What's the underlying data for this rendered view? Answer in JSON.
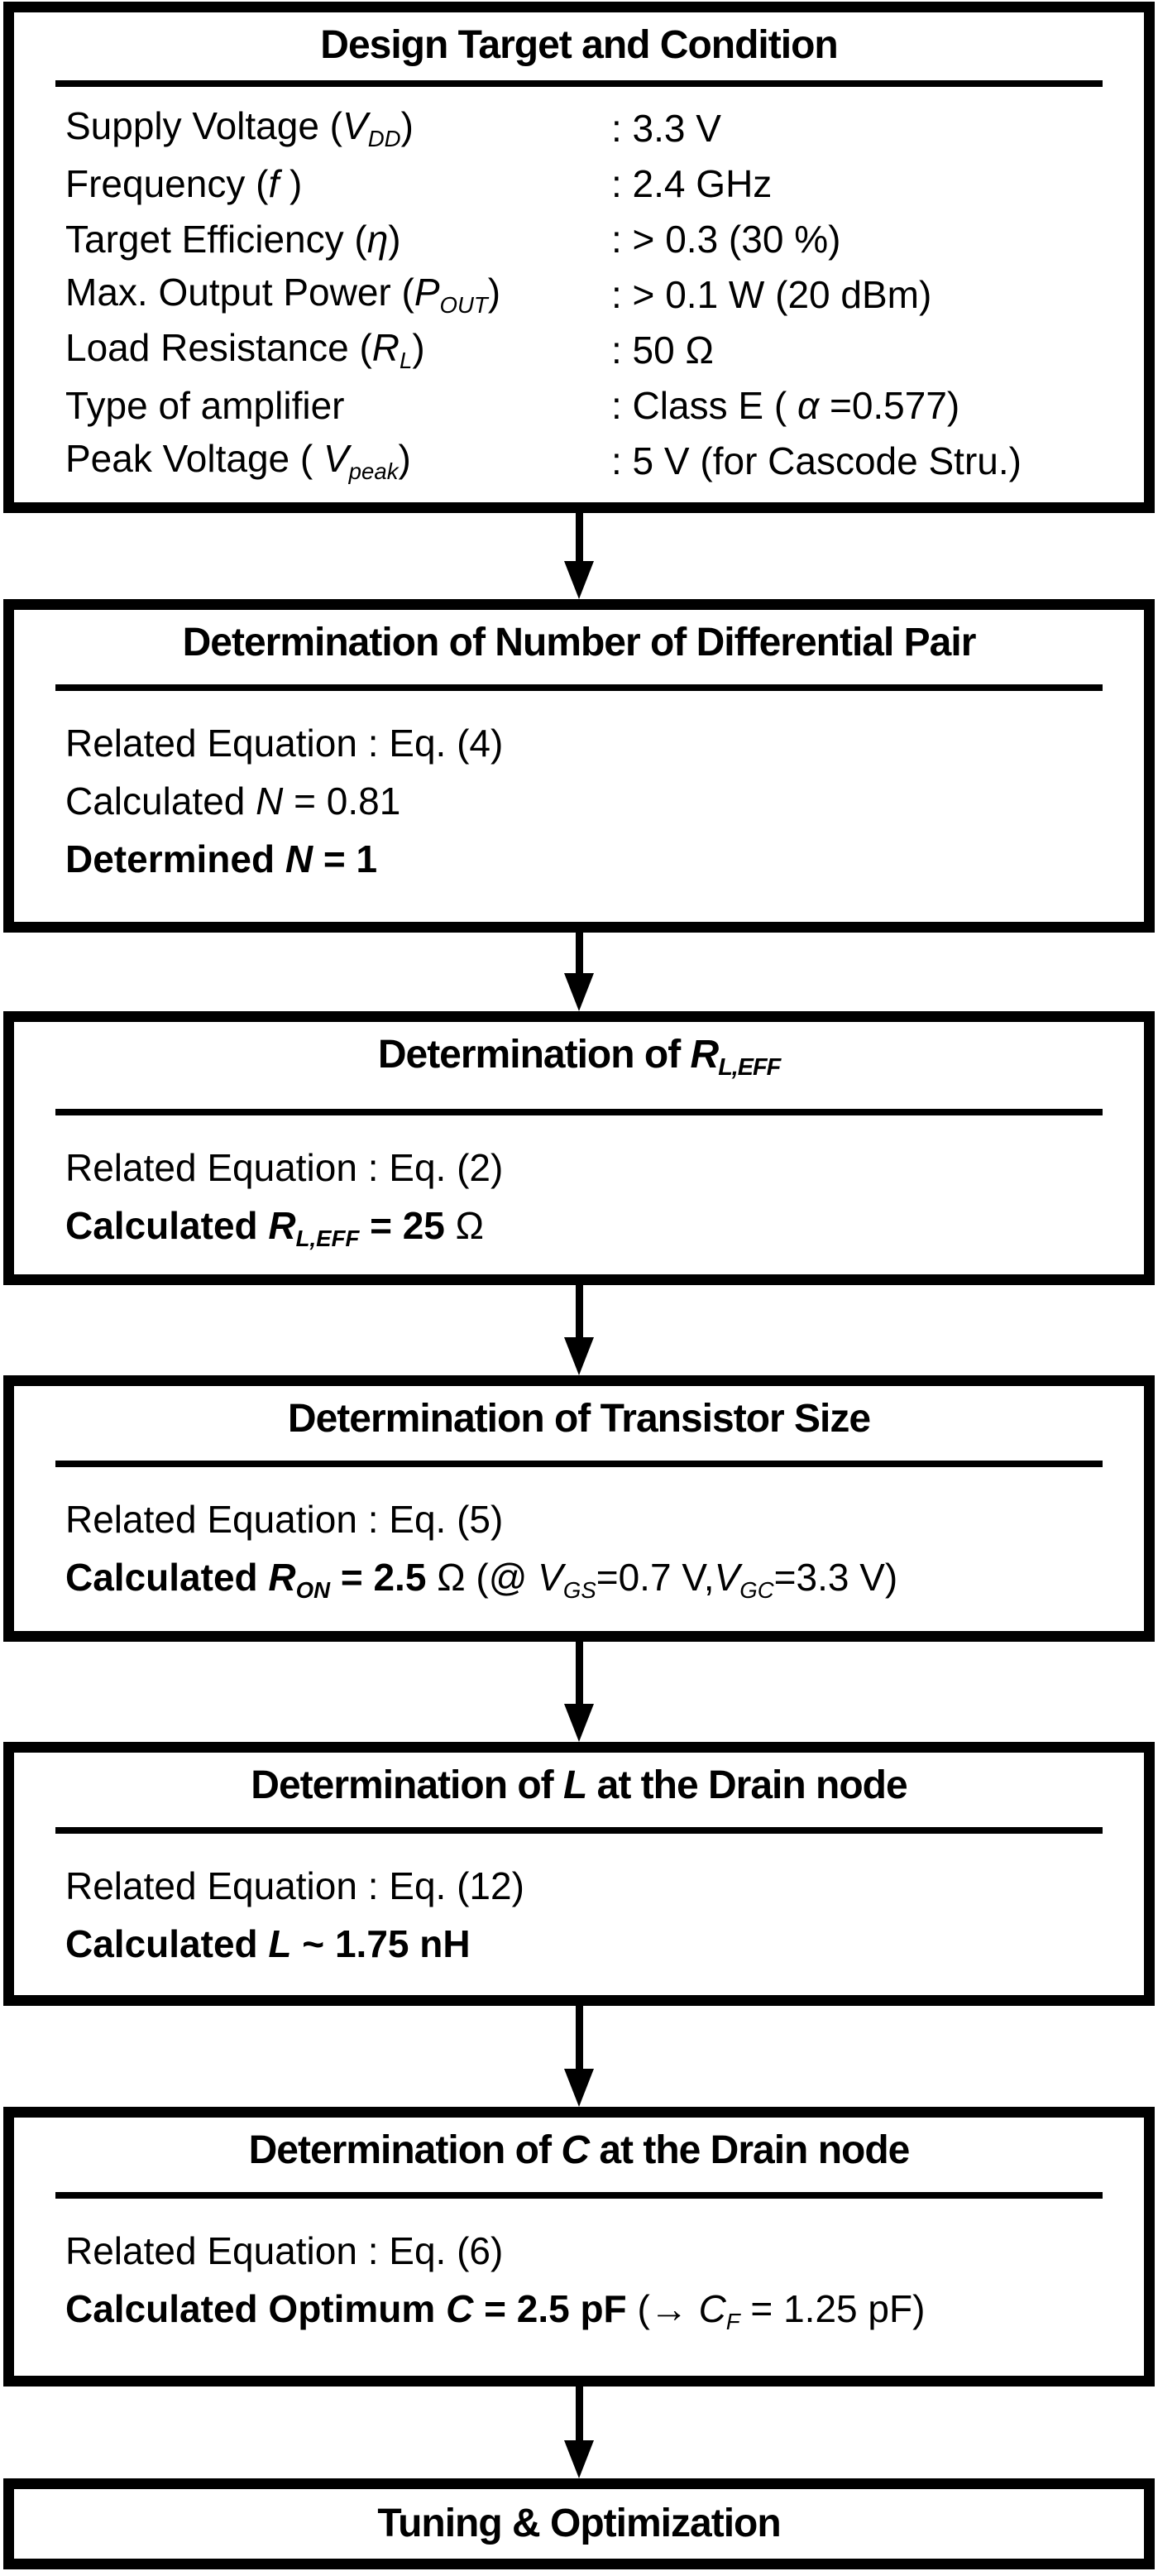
{
  "figure": {
    "colors": {
      "ink": "#000000",
      "background": "#ffffff"
    }
  },
  "boxes": [
    {
      "title": [
        {
          "t": "Design Target and Condition"
        }
      ],
      "rows": [
        {
          "label": [
            {
              "t": "Supply Voltage ("
            },
            {
              "t": "V",
              "c": "i"
            },
            {
              "t": "DD",
              "c": "i sub"
            },
            {
              "t": ")"
            }
          ],
          "value": [
            {
              "t": ": 3.3 V"
            }
          ]
        },
        {
          "label": [
            {
              "t": "Frequency ("
            },
            {
              "t": "f",
              "c": "i"
            },
            {
              "t": " )"
            }
          ],
          "value": [
            {
              "t": ": 2.4 GHz"
            }
          ]
        },
        {
          "label": [
            {
              "t": "Target Efficiency ("
            },
            {
              "t": "η",
              "c": "i"
            },
            {
              "t": ")"
            }
          ],
          "value": [
            {
              "t": ": > 0.3 (30 %)"
            }
          ]
        },
        {
          "label": [
            {
              "t": "Max. Output Power ("
            },
            {
              "t": "P",
              "c": "i"
            },
            {
              "t": "OUT",
              "c": "i sub"
            },
            {
              "t": ")"
            }
          ],
          "value": [
            {
              "t": ": > 0.1 W (20 dBm)"
            }
          ]
        },
        {
          "label": [
            {
              "t": "Load Resistance ("
            },
            {
              "t": "R",
              "c": "i"
            },
            {
              "t": "L",
              "c": "i sub"
            },
            {
              "t": ")"
            }
          ],
          "value": [
            {
              "t": ": 50 Ω"
            }
          ]
        },
        {
          "label": [
            {
              "t": "Type of amplifier"
            }
          ],
          "value": [
            {
              "t": ": Class E ( "
            },
            {
              "t": "α",
              "c": "i"
            },
            {
              "t": " =0.577)"
            }
          ]
        },
        {
          "label": [
            {
              "t": "Peak Voltage ( "
            },
            {
              "t": "V",
              "c": "i"
            },
            {
              "t": "peak",
              "c": "i sub"
            },
            {
              "t": ")"
            }
          ],
          "value": [
            {
              "t": ": 5 V (for Cascode Stru.)"
            }
          ]
        }
      ]
    },
    {
      "title": [
        {
          "t": "Determination of Number of Differential Pair"
        }
      ],
      "lines": [
        [
          {
            "t": "Related Equation : Eq. (4)"
          }
        ],
        [
          {
            "t": "Calculated "
          },
          {
            "t": "N",
            "c": "i"
          },
          {
            "t": " = 0.81"
          }
        ],
        [
          {
            "t": "Determined ",
            "c": "b"
          },
          {
            "t": "N",
            "c": "bi"
          },
          {
            "t": " = 1",
            "c": "b"
          }
        ]
      ]
    },
    {
      "title": [
        {
          "t": "Determination of "
        },
        {
          "t": "R",
          "c": "i"
        },
        {
          "t": "L,EFF",
          "c": "i sub"
        }
      ],
      "lines": [
        [
          {
            "t": "Related Equation : Eq. (2)"
          }
        ],
        [
          {
            "t": "Calculated ",
            "c": "b"
          },
          {
            "t": "R",
            "c": "bi"
          },
          {
            "t": "L,EFF",
            "c": "bi sub"
          },
          {
            "t": " = 25 ",
            "c": "b"
          },
          {
            "t": "Ω"
          }
        ]
      ]
    },
    {
      "title": [
        {
          "t": "Determination of Transistor Size"
        }
      ],
      "lines": [
        [
          {
            "t": "Related Equation : Eq. (5)"
          }
        ],
        [
          {
            "t": "Calculated ",
            "c": "b"
          },
          {
            "t": "R",
            "c": "bi"
          },
          {
            "t": "ON",
            "c": "bi sub"
          },
          {
            "t": " = 2.5 ",
            "c": "b"
          },
          {
            "t": "Ω (@ "
          },
          {
            "t": "V",
            "c": "i"
          },
          {
            "t": "GS",
            "c": "i sub"
          },
          {
            "t": "=0.7 V,"
          },
          {
            "t": "V",
            "c": "i"
          },
          {
            "t": "GC",
            "c": "i sub"
          },
          {
            "t": "=3.3 V)"
          }
        ]
      ]
    },
    {
      "title": [
        {
          "t": "Determination of "
        },
        {
          "t": "L",
          "c": "i"
        },
        {
          "t": " at the Drain node"
        }
      ],
      "lines": [
        [
          {
            "t": "Related Equation : Eq. (12)"
          }
        ],
        [
          {
            "t": "Calculated ",
            "c": "b"
          },
          {
            "t": "L",
            "c": "bi"
          },
          {
            "t": " ~ 1.75 nH",
            "c": "b"
          }
        ]
      ]
    },
    {
      "title": [
        {
          "t": "Determination of "
        },
        {
          "t": "C",
          "c": "i"
        },
        {
          "t": " at the Drain node"
        }
      ],
      "lines": [
        [
          {
            "t": "Related Equation : Eq. (6)"
          }
        ],
        [
          {
            "t": "Calculated Optimum ",
            "c": "b"
          },
          {
            "t": "C",
            "c": "bi"
          },
          {
            "t": " = 2.5 pF",
            "c": "b"
          },
          {
            "t": " (→ "
          },
          {
            "t": "C",
            "c": "i"
          },
          {
            "t": "F",
            "c": "i sub"
          },
          {
            "t": " = 1.25 pF)"
          }
        ]
      ]
    },
    {
      "title": [
        {
          "t": "Tuning & Optimization"
        }
      ]
    }
  ]
}
